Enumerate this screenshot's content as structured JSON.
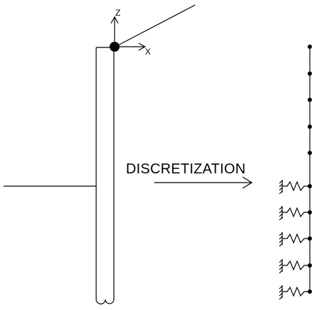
{
  "axes": {
    "z_label": "Z",
    "x_label": "X"
  },
  "arrow_label": "DISCRETIZATION",
  "discrete_model": {
    "free_node_count": 5,
    "spring_node_count": 5
  }
}
